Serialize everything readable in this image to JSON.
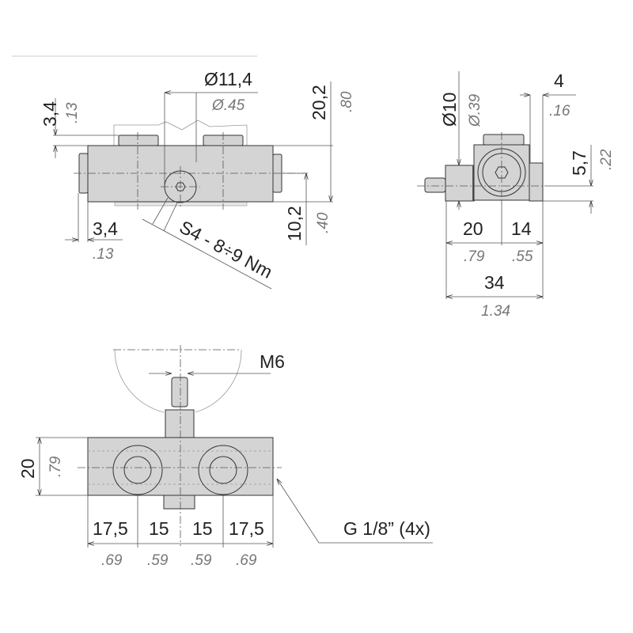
{
  "front_view": {
    "dia_screw": "Ø11,4",
    "dia_screw_in": "Ø.45",
    "tab_height": "3,4",
    "tab_height_in": ".13",
    "total_height": "20,2",
    "total_height_in": ".80",
    "axis_height": "10,2",
    "axis_height_in": ".40",
    "side_tab": "3,4",
    "side_tab_in": ".13",
    "torque_note": "S4 - 8÷9 Nm"
  },
  "side_view": {
    "dia_shaft": "Ø10",
    "dia_shaft_in": "Ø.39",
    "tab_width": "4",
    "tab_width_in": ".16",
    "offset": "5,7",
    "offset_in": ".22",
    "left_len": "20",
    "left_len_in": ".79",
    "right_len": "14",
    "right_len_in": ".55",
    "total_len": "34",
    "total_len_in": "1.34"
  },
  "top_view": {
    "thread": "M6",
    "height": "20",
    "height_in": ".79",
    "spacings": [
      {
        "mm": "17,5",
        "in": ".69"
      },
      {
        "mm": "15",
        "in": ".59"
      },
      {
        "mm": "15",
        "in": ".59"
      },
      {
        "mm": "17,5",
        "in": ".69"
      }
    ],
    "port_note": "G 1/8” (4x)"
  }
}
